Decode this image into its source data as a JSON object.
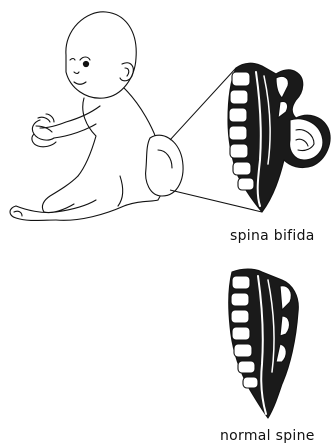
{
  "labels": {
    "spina_bifida": "spina bifida",
    "normal_spine": "normal spine"
  },
  "colors": {
    "line": "#111111",
    "fill_dark": "#1a1a1a",
    "background": "#ffffff"
  },
  "icons": [
    "baby-illustration",
    "spina-bifida-spine-section",
    "normal-spine-section",
    "zoom-lines"
  ]
}
